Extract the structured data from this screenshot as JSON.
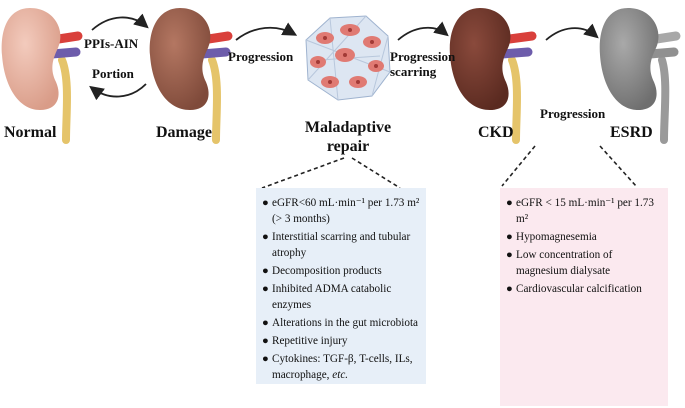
{
  "colors": {
    "normal_kidney": "#e9b3a0",
    "damage_kidney": "#9a5e4c",
    "ckd_kidney": "#6f3529",
    "esrd_kidney": "#8a8a8a",
    "blue_box": "#e7eff8",
    "pink_box": "#fbe9ef",
    "artery": "#d9403b",
    "vein": "#6d5cab",
    "ureter": "#e5c46a",
    "cell": "#e07a73"
  },
  "icons": [
    "kidney-icon",
    "cells-icon",
    "curved-arrow-icon"
  ],
  "stages": {
    "normal": "Normal",
    "damage": "Damage",
    "maladaptive_line1": "Maladaptive",
    "maladaptive_line2": "repair",
    "ckd": "CKD",
    "esrd": "ESRD"
  },
  "arrows": {
    "ppis": "PPIs-AIN",
    "portion": "Portion",
    "progression1": "Progression",
    "progression_scarring_line1": "Progression",
    "progression_scarring_line2": "scarring",
    "progression3": "Progression"
  },
  "repair_box": {
    "items": [
      "eGFR<60 mL·min⁻¹ per 1.73 m² (> 3 months)",
      "Interstitial scarring and tubular atrophy",
      "Decomposition products",
      "Inhibited ADMA catabolic enzymes",
      "Alterations in the gut microbiota",
      "Repetitive injury",
      "Cytokines: TGF-β, T-cells, ILs, macrophage,"
    ],
    "last_item_tail": "etc."
  },
  "esrd_box": {
    "items": [
      "eGFR < 15 mL·min⁻¹ per 1.73 m²",
      "Hypomagnesemia",
      "Low concentration of magnesium dialysate",
      "Cardiovascular calcification"
    ]
  },
  "bullet": "●"
}
